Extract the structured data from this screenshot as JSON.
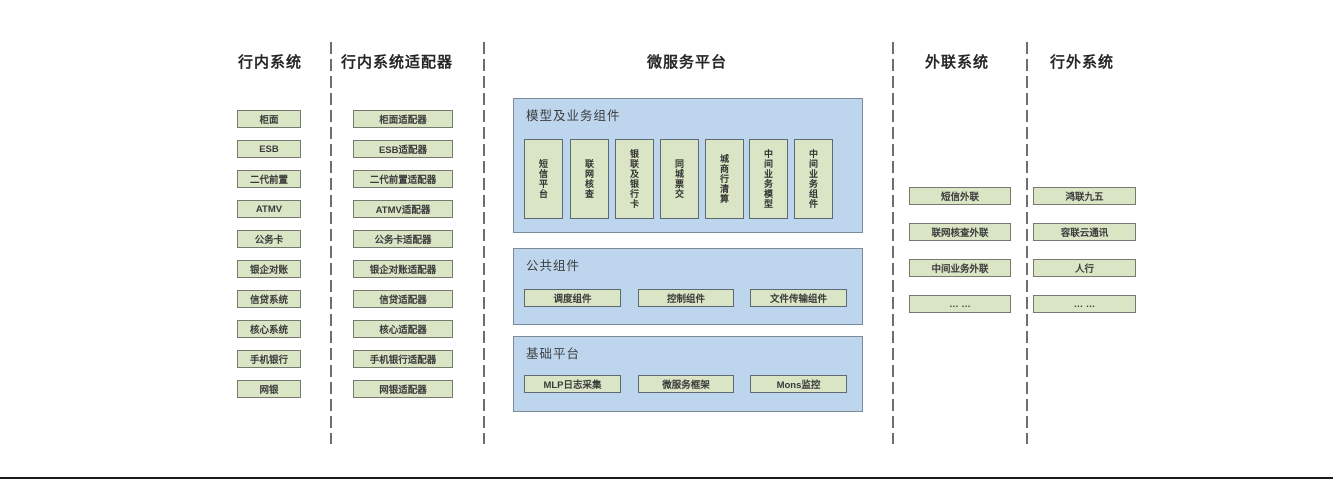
{
  "colors": {
    "box_green": "#d9e5c5",
    "container_blue": "#bdd6ee",
    "box_border_gray": "#757a70",
    "divider_gray": "#6e6e6e"
  },
  "columns": {
    "internal": {
      "title": "行内系统",
      "items": [
        "柜面",
        "ESB",
        "二代前置",
        "ATMV",
        "公务卡",
        "银企对账",
        "信贷系统",
        "核心系统",
        "手机银行",
        "网银"
      ]
    },
    "adapters": {
      "title": "行内系统适配器",
      "items": [
        "柜面适配器",
        "ESB适配器",
        "二代前置适配器",
        "ATMV适配器",
        "公务卡适配器",
        "银企对账适配器",
        "信贷适配器",
        "核心适配器",
        "手机银行适配器",
        "网银适配器"
      ]
    },
    "platform": {
      "title": "微服务平台",
      "sections": [
        {
          "label": "模型及业务组件",
          "items": [
            "短信平台",
            "联网核查",
            "银联及银行卡",
            "同城票交",
            "城商行清算",
            "中间业务模型",
            "中间业务组件"
          ]
        },
        {
          "label": "公共组件",
          "items": [
            "调度组件",
            "控制组件",
            "文件传输组件"
          ]
        },
        {
          "label": "基础平台",
          "items": [
            "MLP日志采集",
            "微服务框架",
            "Mons监控"
          ]
        }
      ]
    },
    "outbound": {
      "title": "外联系统",
      "items": [
        "短信外联",
        "联网核查外联",
        "中间业务外联",
        "… …"
      ]
    },
    "external": {
      "title": "行外系统",
      "items": [
        "鸿联九五",
        "容联云通讯",
        "人行",
        "… …"
      ]
    }
  }
}
